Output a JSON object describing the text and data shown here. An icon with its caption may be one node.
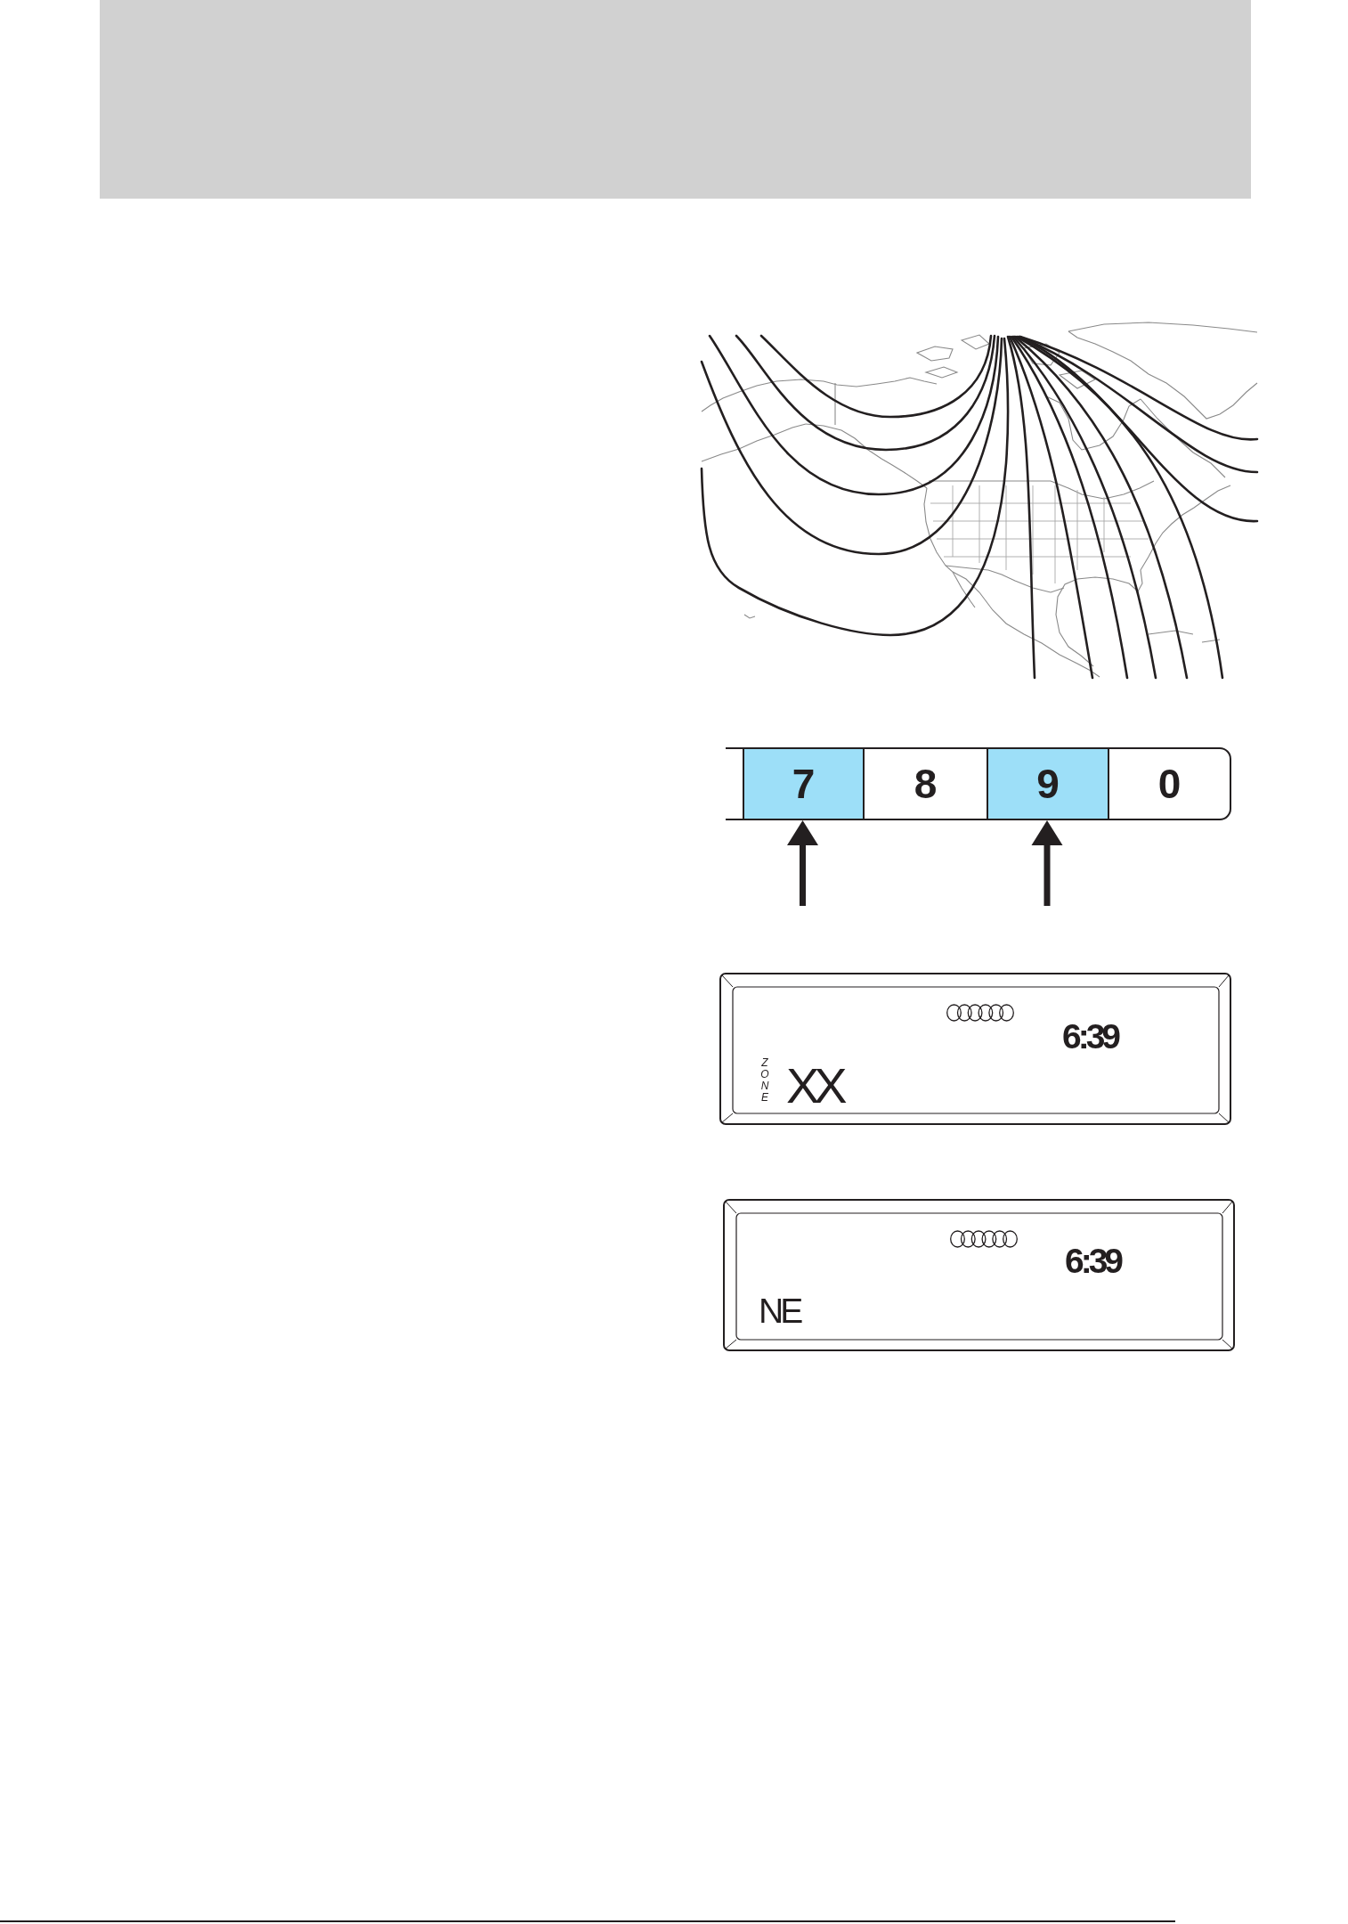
{
  "diagram": {
    "nodes": [
      {
        "text": [
          "7"
        ]
      },
      {
        "text": [
          "8"
        ]
      },
      {
        "text": [
          "9"
        ]
      },
      {
        "text": [
          "0"
        ]
      },
      {
        "text": [
          "6:39",
          "ZONE",
          "XX"
        ]
      },
      {
        "text": [
          "6:39",
          "NE"
        ]
      }
    ],
    "edges": [
      {
        "from": null,
        "to": 0,
        "arrow": "to"
      },
      {
        "from": null,
        "to": 2,
        "arrow": "to"
      }
    ]
  }
}
